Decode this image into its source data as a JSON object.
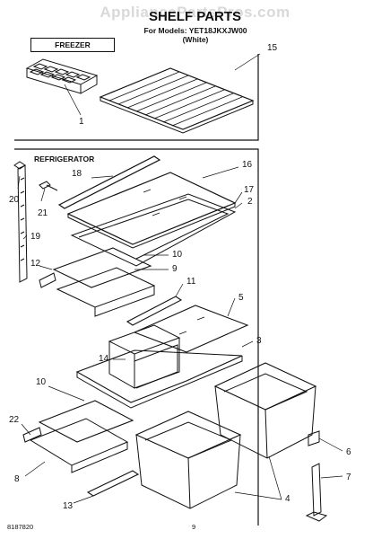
{
  "watermark": "AppliancePartsPros.com",
  "title": "SHELF PARTS",
  "models_line1": "For Models: YET18JKXJW00",
  "models_line2": "(White)",
  "sections": {
    "freezer": "FREEZER",
    "refrigerator": "REFRIGERATOR"
  },
  "callouts": [
    "1",
    "15",
    "18",
    "16",
    "17",
    "2",
    "20",
    "21",
    "19",
    "12",
    "10",
    "9",
    "11",
    "5",
    "3",
    "14",
    "10",
    "22",
    "8",
    "13",
    "4",
    "6",
    "7"
  ],
  "footer_left": "8187820",
  "footer_page": "9"
}
